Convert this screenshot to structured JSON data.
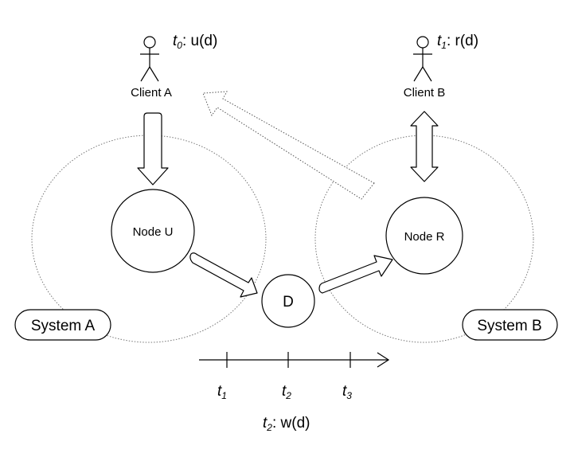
{
  "clients": {
    "a": {
      "name": "Client A",
      "event_time": "t",
      "event_sub": "0",
      "event_op": ": u(d)"
    },
    "b": {
      "name": "Client B",
      "event_time": "t",
      "event_sub": "1",
      "event_op": ": r(d)"
    }
  },
  "systems": {
    "a": {
      "label": "System A"
    },
    "b": {
      "label": "System B"
    }
  },
  "nodes": {
    "u": {
      "label": "Node U"
    },
    "r": {
      "label": "Node R"
    },
    "d": {
      "label": "D"
    }
  },
  "timeline": {
    "ticks": [
      {
        "base": "t",
        "sub": "1"
      },
      {
        "base": "t",
        "sub": "2"
      },
      {
        "base": "t",
        "sub": "3"
      }
    ],
    "event_time": "t",
    "event_sub": "2",
    "event_op": ": w(d)"
  },
  "colors": {
    "stroke": "#000000",
    "dotted": "#555555",
    "fill": "#ffffff"
  }
}
